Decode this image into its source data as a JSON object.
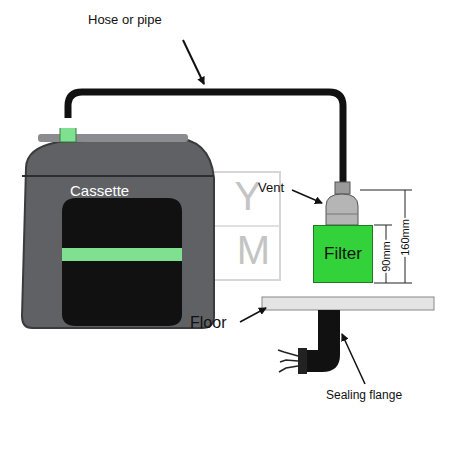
{
  "diagram": {
    "nodes": [
      {
        "text": [
          "Cassette"
        ]
      },
      {
        "text": [
          "Filter"
        ]
      }
    ],
    "edges": [
      {
        "from": 0,
        "to": 1,
        "arrow": "none"
      }
    ],
    "labels": [
      "Hose or pipe",
      "Vent",
      "Floor",
      "Sealing flange",
      "90mm",
      "160mm",
      "ZY",
      "AM"
    ]
  }
}
